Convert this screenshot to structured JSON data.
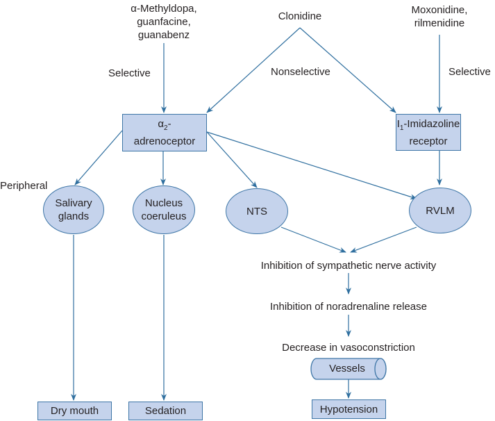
{
  "drugs": {
    "alpha_selective": "α-Methyldopa,\nguanfacine,\nguanabenz",
    "alpha_selective_lines": [
      "α-Methyldopa,",
      "guanfacine,",
      "guanabenz"
    ],
    "clonidine": "Clonidine",
    "imidazoline_selective_lines": [
      "Moxonidine,",
      "rilmenidine"
    ]
  },
  "edge_labels": {
    "selective_left": "Selective",
    "nonselective": "Nonselective",
    "selective_right": "Selective",
    "peripheral": "Peripheral"
  },
  "receptors": {
    "alpha2": {
      "symbol": "α",
      "subscript": "2",
      "suffix": "-",
      "line2": "adrenoceptor"
    },
    "imidazoline": {
      "prefix": "I",
      "subscript": "1",
      "suffix": "-Imidazoline",
      "line2": "receptor"
    }
  },
  "sites": {
    "salivary": [
      "Salivary",
      "glands"
    ],
    "nucleus": [
      "Nucleus",
      "coeruleus"
    ],
    "nts": "NTS",
    "rvlm": "RVLM"
  },
  "cascade": {
    "step1": "Inhibition of sympathetic nerve activity",
    "step2": "Inhibition of noradrenaline release",
    "step3": "Decrease in vasoconstriction",
    "vessels": "Vessels"
  },
  "outcomes": {
    "dry_mouth": "Dry mouth",
    "sedation": "Sedation",
    "hypotension": "Hypotension"
  },
  "colors": {
    "node_fill": "#c5d3ec",
    "node_border": "#3d75a6",
    "arrow": "#2f6f9f",
    "text": "#231f20"
  }
}
